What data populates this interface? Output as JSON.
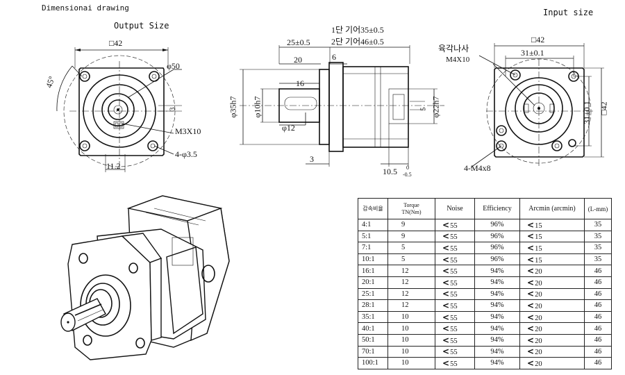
{
  "headings": {
    "drawing_title": "Dimensionai drawing",
    "output_size": "Output Size",
    "input_size": "Input size"
  },
  "output_view": {
    "square": "□42",
    "angle": "45°",
    "bore": "φ50",
    "key_height": "3",
    "thread": "M3X10",
    "holes": "4-φ3.5",
    "offset": "11.2"
  },
  "side_view": {
    "length_stage1": "1단 기어35±0.5",
    "length_stage2": "2단 기어46±0.5",
    "flange_len": "25±0.5",
    "shaft_len": "20",
    "step": "6",
    "key_len": "16",
    "pilot": "φ35h7",
    "shaft_dia": "φ10h7",
    "key_dia": "φ12",
    "flange_thk": "3",
    "input_depth": "10.5",
    "tol_upper": "0",
    "tol_lower": "-0.5",
    "input_bore": "φ22h7",
    "input_key": "5"
  },
  "input_view": {
    "square_top": "□42",
    "hex_label": "육각나사",
    "hex_thread": "M4X10",
    "pcd_h": "31±0.1",
    "pcd_v": "31±0.1",
    "square_side": "□42",
    "holes": "4-M4x8"
  },
  "spec_table": {
    "headers": [
      "감속비율",
      "Torque",
      "TN(Nm)",
      "Noise",
      "Efficiency",
      "Arcmin (arcmin)",
      "(L-mm)"
    ],
    "rows": [
      [
        "4:1",
        "9",
        "55",
        "96%",
        "15",
        "35"
      ],
      [
        "5:1",
        "9",
        "55",
        "96%",
        "15",
        "35"
      ],
      [
        "7:1",
        "5",
        "55",
        "96%",
        "15",
        "35"
      ],
      [
        "10:1",
        "5",
        "55",
        "96%",
        "15",
        "35"
      ],
      [
        "16:1",
        "12",
        "55",
        "94%",
        "20",
        "46"
      ],
      [
        "20:1",
        "12",
        "55",
        "94%",
        "20",
        "46"
      ],
      [
        "25:1",
        "12",
        "55",
        "94%",
        "20",
        "46"
      ],
      [
        "28:1",
        "12",
        "55",
        "94%",
        "20",
        "46"
      ],
      [
        "35:1",
        "10",
        "55",
        "94%",
        "20",
        "46"
      ],
      [
        "40:1",
        "10",
        "55",
        "94%",
        "20",
        "46"
      ],
      [
        "50:1",
        "10",
        "55",
        "94%",
        "20",
        "46"
      ],
      [
        "70:1",
        "10",
        "55",
        "94%",
        "20",
        "46"
      ],
      [
        "100:1",
        "10",
        "55",
        "94%",
        "20",
        "46"
      ]
    ],
    "lt_symbol": "<"
  }
}
